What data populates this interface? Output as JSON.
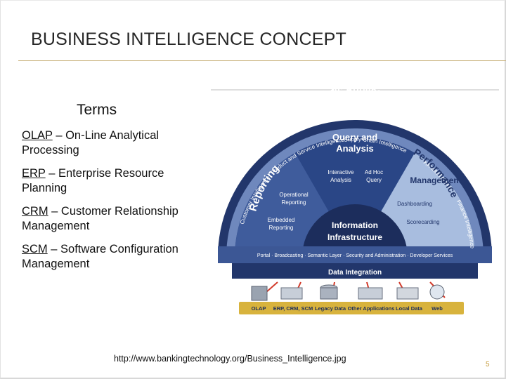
{
  "slide": {
    "title": "BUSINESS INTELLIGENCE CONCEPT",
    "terms_heading": "Terms",
    "terms": [
      {
        "abbr": "OLAP",
        "rest": " – On-Line Analytical Processing"
      },
      {
        "abbr": "ERP",
        "rest": " – Enterprise Resource Planning"
      },
      {
        "abbr": "CRM",
        "rest": " – Customer Relationship Management"
      },
      {
        "abbr": "SCM",
        "rest": " – Software Configuration Management"
      }
    ],
    "source_url": "http://www.bankingtechnology.org/Business_Intelligence.jpg",
    "page_number": "5"
  },
  "diagram": {
    "analytic_applications": "Analytic Applications",
    "ring_apps": [
      "Customer Intelligence",
      "Product and Service Intelligence",
      "Supply Chain Intelligence",
      "HR Intelligence",
      "Finance Intelligence"
    ],
    "query_analysis_1": "Query and",
    "query_analysis_2": "Analysis",
    "interactive_1": "Interactive",
    "interactive_2": "Analysis",
    "adhoc_1": "Ad Hoc",
    "adhoc_2": "Query",
    "reporting": "Reporting",
    "operational_1": "Operational",
    "operational_2": "Reporting",
    "embedded_1": "Embedded",
    "embedded_2": "Reporting",
    "perf_1": "Performance",
    "perf_2": "Management",
    "dashboarding": "Dashboarding",
    "scorecarding": "Scorecarding",
    "info_1": "Information",
    "info_2": "Infrastructure",
    "portal_band": "Portal · Broadcasting · Semantic Layer · Security and Administration · Developer Services",
    "data_integration": "Data Integration",
    "sources": [
      "OLAP",
      "ERP, CRM, SCM",
      "Legacy Data",
      "Other Applications",
      "Local Data",
      "Web"
    ],
    "colors": {
      "navy": "#22366b",
      "mid": "#3e5a98",
      "light": "#a9b9d8",
      "gold": "#d8b33d",
      "red": "#d23a2a"
    }
  }
}
